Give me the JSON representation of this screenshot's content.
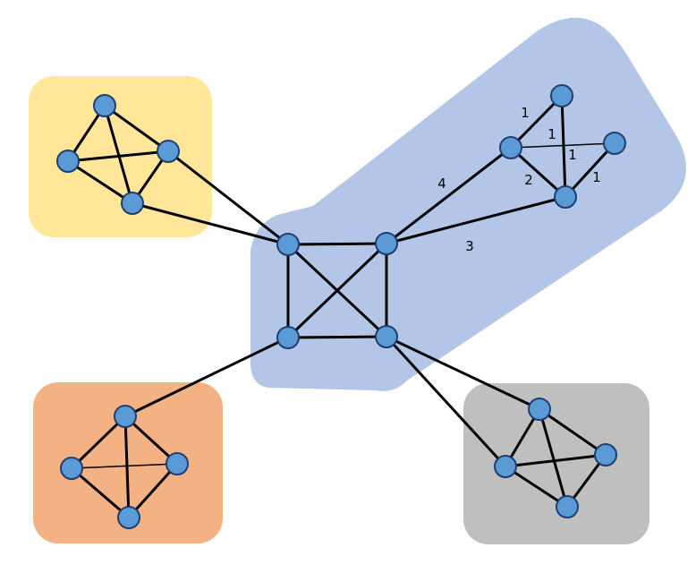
{
  "colors": {
    "node_fill": "#5b9bd5",
    "node_stroke": "#1f3f73",
    "edge": "#000000",
    "background": "#ffffff",
    "cluster_center": "#b4c6e7",
    "cluster_top_left": "#ffe699",
    "cluster_bottom_left": "#f4b183",
    "cluster_bottom_right": "#bfbfbf"
  },
  "clusters": [
    {
      "id": "center",
      "color_key": "cluster_center"
    },
    {
      "id": "top-left",
      "color_key": "cluster_top_left"
    },
    {
      "id": "bottom-left",
      "color_key": "cluster_bottom_left"
    },
    {
      "id": "bottom-right",
      "color_key": "cluster_bottom_right"
    }
  ],
  "nodes": [
    "A1",
    "A2",
    "A3",
    "A4",
    "B1",
    "B2",
    "B3",
    "B4",
    "C1",
    "C2",
    "C3",
    "C4",
    "D1",
    "D2",
    "D3",
    "D4",
    "E1",
    "E2",
    "E3",
    "E4"
  ],
  "edges": [
    {
      "from": "A1",
      "to": "A2"
    },
    {
      "from": "A1",
      "to": "A3"
    },
    {
      "from": "A1",
      "to": "A4"
    },
    {
      "from": "A2",
      "to": "A3"
    },
    {
      "from": "A2",
      "to": "A4"
    },
    {
      "from": "A3",
      "to": "A4"
    },
    {
      "from": "C1",
      "to": "C2"
    },
    {
      "from": "C2",
      "to": "C3"
    },
    {
      "from": "C3",
      "to": "C4"
    },
    {
      "from": "C4",
      "to": "C1"
    },
    {
      "from": "C1",
      "to": "C3"
    },
    {
      "from": "C2",
      "to": "C4"
    },
    {
      "from": "A3",
      "to": "C1"
    },
    {
      "from": "A4",
      "to": "C1"
    },
    {
      "from": "C2",
      "to": "B2",
      "weight": "4"
    },
    {
      "from": "C2",
      "to": "B4",
      "weight": "3"
    },
    {
      "from": "B1",
      "to": "B2",
      "weight": "1"
    },
    {
      "from": "B2",
      "to": "B3",
      "weight": "1",
      "thin": true
    },
    {
      "from": "B1",
      "to": "B4",
      "weight": "1"
    },
    {
      "from": "B2",
      "to": "B4",
      "weight": "2"
    },
    {
      "from": "B3",
      "to": "B4",
      "weight": "1"
    },
    {
      "from": "C4",
      "to": "D1"
    },
    {
      "from": "D1",
      "to": "D2"
    },
    {
      "from": "D1",
      "to": "D3"
    },
    {
      "from": "D1",
      "to": "D4"
    },
    {
      "from": "D2",
      "to": "D3",
      "thin": true
    },
    {
      "from": "D2",
      "to": "D4"
    },
    {
      "from": "D3",
      "to": "D4"
    },
    {
      "from": "C3",
      "to": "E1"
    },
    {
      "from": "C3",
      "to": "E2"
    },
    {
      "from": "E1",
      "to": "E2"
    },
    {
      "from": "E1",
      "to": "E3"
    },
    {
      "from": "E1",
      "to": "E4"
    },
    {
      "from": "E2",
      "to": "E3"
    },
    {
      "from": "E2",
      "to": "E4"
    },
    {
      "from": "E3",
      "to": "E4"
    }
  ]
}
